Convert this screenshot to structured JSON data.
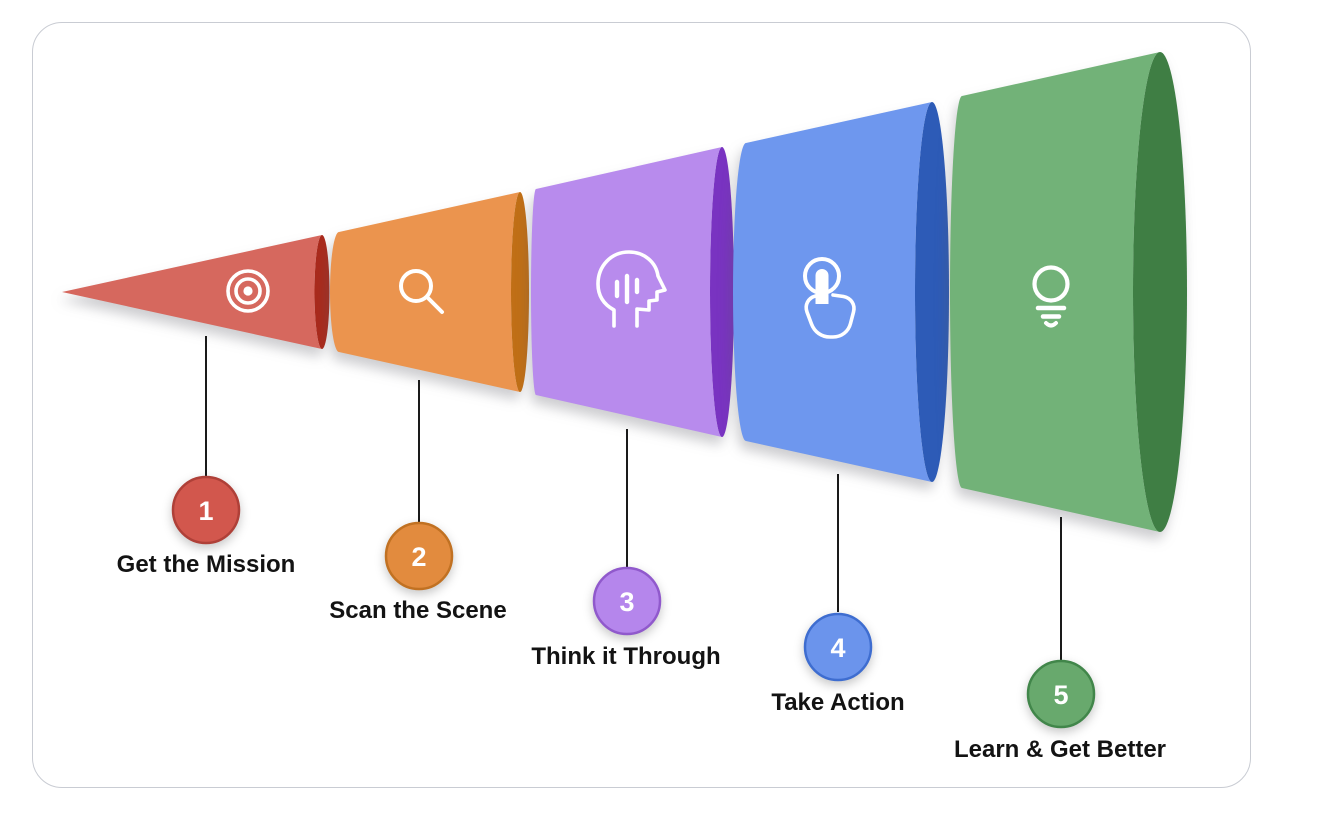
{
  "card": {
    "background": "#FFFFFF",
    "border_color": "#C9CCD3"
  },
  "funnel": {
    "type": "horizontal-funnel-5-stages",
    "icon_color": "#FFFFFF",
    "label_color": "#131313",
    "number_color": "#FFFFFF",
    "connector_color": "#1A1A1A",
    "stages": [
      {
        "number": "1",
        "label": "Get the Mission",
        "icon": "target-icon",
        "face_color": "#D6685E",
        "lip_color": "#A92A1C",
        "badge_fill": "#D2574D",
        "badge_ring": "#AF4038"
      },
      {
        "number": "2",
        "label": "Scan the Scene",
        "icon": "search-icon",
        "face_color": "#EB944E",
        "lip_color": "#C06F16",
        "badge_fill": "#E28B3E",
        "badge_ring": "#C17122"
      },
      {
        "number": "3",
        "label": "Think it Through",
        "icon": "thinking-head-icon",
        "face_color": "#B88BED",
        "lip_color": "#7933C1",
        "badge_fill": "#B586EC",
        "badge_ring": "#9059CC"
      },
      {
        "number": "4",
        "label": "Take Action",
        "icon": "tap-icon",
        "face_color": "#6E97EE",
        "lip_color": "#2D5BB7",
        "badge_fill": "#6B94EC",
        "badge_ring": "#3E6DD0"
      },
      {
        "number": "5",
        "label": "Learn & Get Better",
        "icon": "lightbulb-icon",
        "face_color": "#72B278",
        "lip_color": "#3F7E44",
        "badge_fill": "#68A96D",
        "badge_ring": "#41864A"
      }
    ]
  }
}
